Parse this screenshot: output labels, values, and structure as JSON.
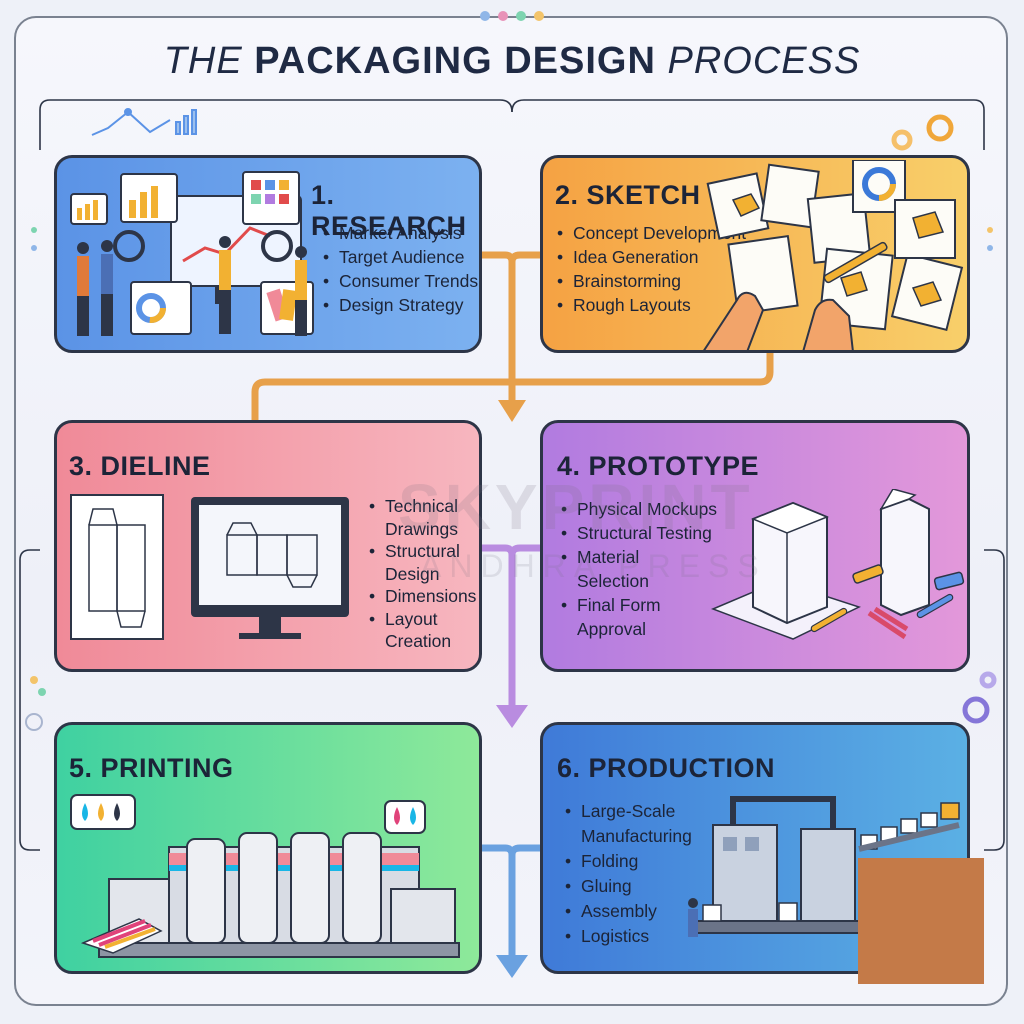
{
  "title": {
    "part1": "THE",
    "part2": "PACKAGING DESIGN",
    "part3": "PROCESS"
  },
  "watermark": {
    "line1": "SKYPRINT",
    "line2": "ANDHRA PRESS"
  },
  "steps": [
    {
      "title": "1. RESEARCH",
      "items": [
        "Market Analysis",
        "Target Audience",
        "Consumer Trends",
        "Design Strategy"
      ]
    },
    {
      "title": "2. SKETCH",
      "items": [
        "Concept Development",
        "Idea Generation",
        "Brainstorming",
        "Rough Layouts"
      ]
    },
    {
      "title": "3. DIELINE",
      "items": [
        "Technical",
        "Drawings",
        "Structural",
        "Design",
        "Dimensions",
        "Layout",
        "Creation"
      ]
    },
    {
      "title": "4. PROTOTYPE",
      "items": [
        "Physical Mockups",
        "Structural Testing",
        "Material",
        "Selection",
        "Final Form",
        "Approval"
      ]
    },
    {
      "title": "5. PRINTING",
      "items": []
    },
    {
      "title": "6. PRODUCTION",
      "items": [
        "Large-Scale",
        "Manufacturing",
        "Folding",
        "Gluing",
        "Assembly",
        "Logistics"
      ]
    }
  ],
  "colors": {
    "research": "#5b93e6",
    "sketch": "#f5a243",
    "dieline": "#f08a98",
    "prototype": "#b17be0",
    "printing": "#3fd1a1",
    "production": "#3f7ad8",
    "connector": "#e7a04a"
  },
  "icons": [
    "bar-chart-icon",
    "magnifier-icon",
    "gear-icon",
    "ink-drops-icon",
    "pencil-icon",
    "box-icon"
  ]
}
